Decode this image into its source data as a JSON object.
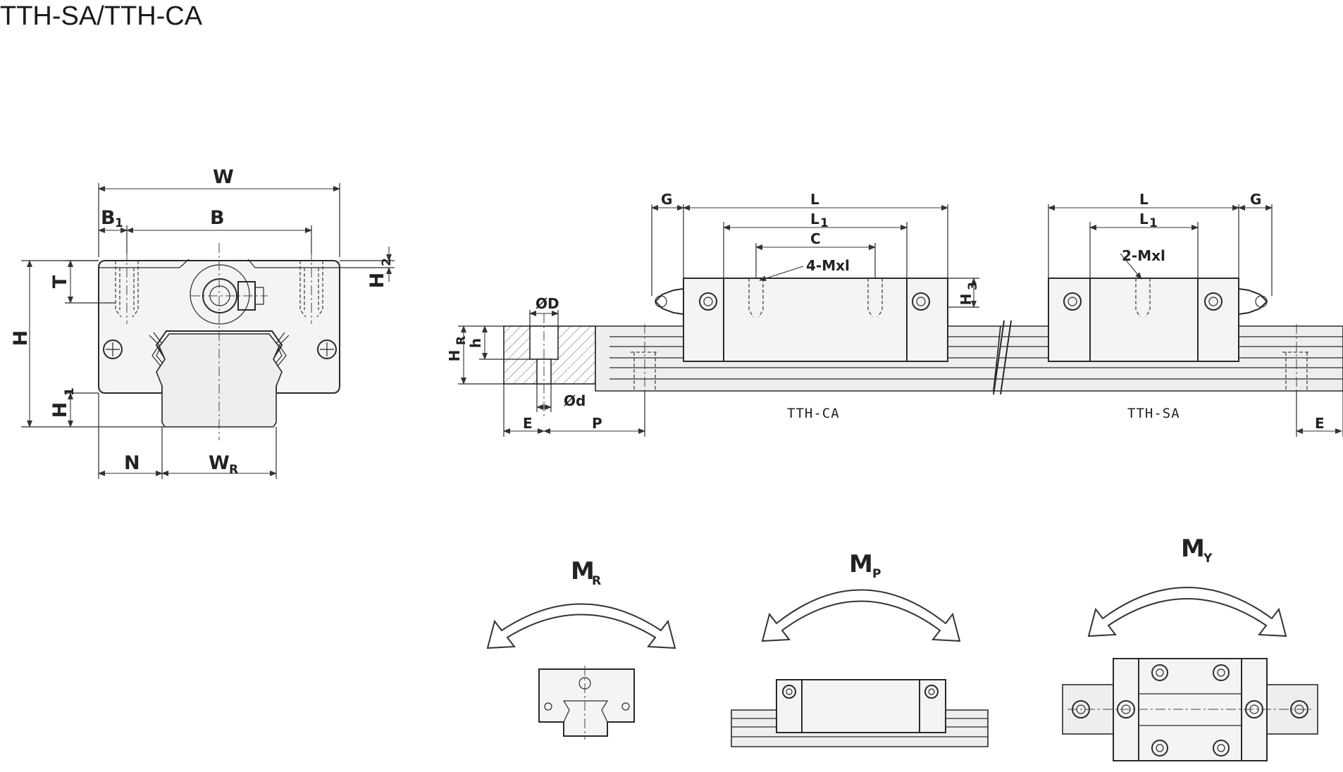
{
  "title": "TTH-SA/TTH-CA",
  "cross_section": {
    "W": "W",
    "B1": "B",
    "B1_sub": "1",
    "B": "B",
    "T": "T",
    "H": "H",
    "H2": "H",
    "H2_sub": "2",
    "H1": "H",
    "H1_sub": "1",
    "N": "N",
    "WR": "W",
    "WR_sub": "R"
  },
  "side_view": {
    "G_left": "G",
    "L_left": "L",
    "L1_left": "L",
    "L1_left_sub": "1",
    "C": "C",
    "mxl_left": "4-Mxl",
    "H3": "H",
    "H3_sub": "3",
    "L_right": "L",
    "L1_right": "L",
    "L1_right_sub": "1",
    "G_right": "G",
    "mxl_right": "2-Mxl",
    "phiD": "ØD",
    "phid": "Ød",
    "HR": "H",
    "HR_sub": "R",
    "h": "h",
    "E_left": "E",
    "P": "P",
    "E_right": "E",
    "caption_ca": "TTH-CA",
    "caption_sa": "TTH-SA"
  },
  "moments": {
    "MR": "M",
    "MR_sub": "R",
    "MP": "M",
    "MP_sub": "P",
    "MY": "M",
    "MY_sub": "Y"
  }
}
